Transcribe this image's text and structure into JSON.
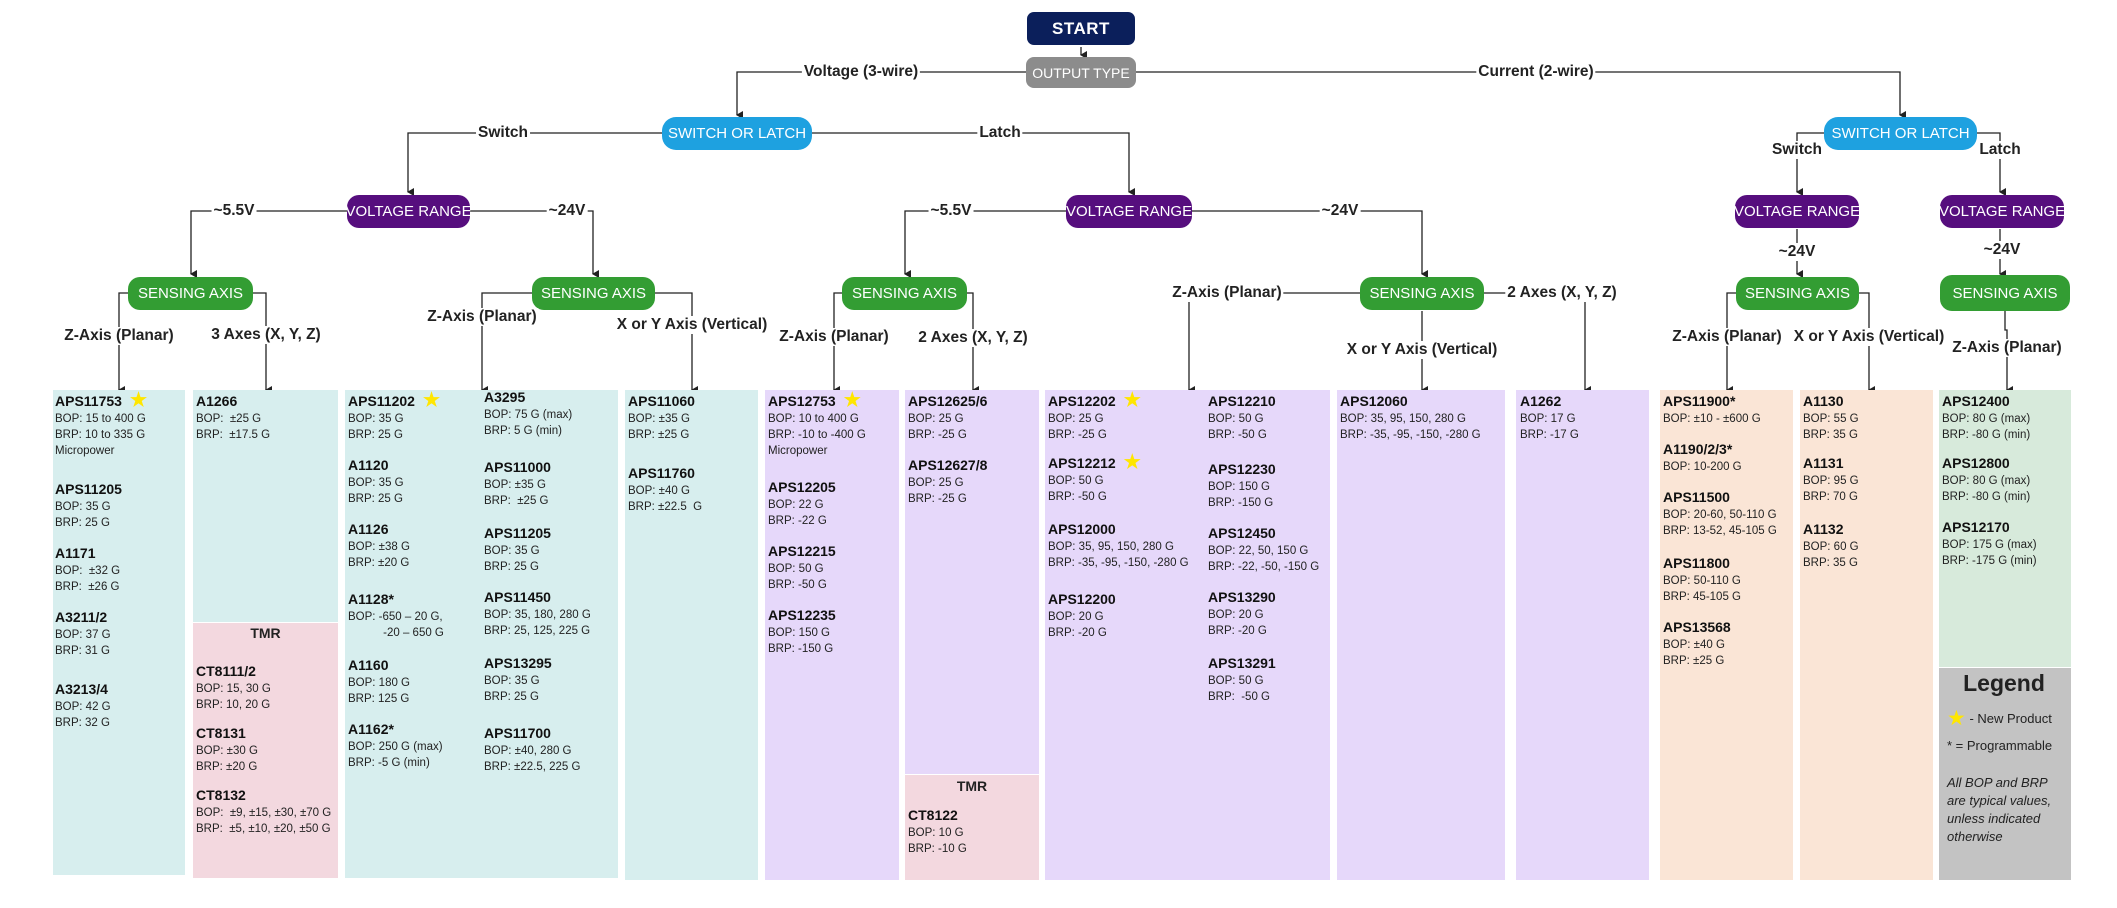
{
  "nodes": {
    "start": "START",
    "output_type": "OUTPUT TYPE",
    "switch_or_latch": "SWITCH OR LATCH",
    "voltage_range": "VOLTAGE RANGE",
    "sensing_axis": "SENSING AXIS"
  },
  "labels": {
    "voltage_3wire": "Voltage (3-wire)",
    "current_2wire": "Current (2-wire)",
    "switch": "Switch",
    "latch": "Latch",
    "v55": "~5.5V",
    "v24": "~24V",
    "z_axis_planar": "Z-Axis (Planar)",
    "three_axes": "3 Axes (X, Y, Z)",
    "two_axes": "2 Axes (X, Y, Z)",
    "xy_vertical": "X or Y Axis (Vertical)"
  },
  "tmr_label": "TMR",
  "columns": {
    "c1": [
      {
        "name": "APS11753",
        "lines": [
          "BOP: 15 to 400 G",
          "BRP: 10 to 335 G",
          "Micropower"
        ],
        "new": true
      },
      {
        "name": "APS11205",
        "lines": [
          "BOP: 35 G",
          "BRP: 25 G"
        ]
      },
      {
        "name": "A1171",
        "lines": [
          "BOP:  ±32 G",
          "BRP:  ±26 G"
        ]
      },
      {
        "name": "A3211/2",
        "lines": [
          "BOP: 37 G",
          "BRP: 31 G"
        ]
      },
      {
        "name": "A3213/4",
        "lines": [
          "BOP: 42 G",
          "BRP: 32 G"
        ]
      }
    ],
    "c2": [
      {
        "name": "A1266",
        "lines": [
          "BOP:  ±25 G",
          "BRP:  ±17.5 G"
        ]
      }
    ],
    "c2_tmr": [
      {
        "name": "CT8111/2",
        "lines": [
          "BOP: 15, 30 G",
          "BRP: 10, 20 G"
        ]
      },
      {
        "name": "CT8131",
        "lines": [
          "BOP: ±30 G",
          "BRP: ±20 G"
        ]
      },
      {
        "name": "CT8132",
        "lines": [
          "BOP:  ±9, ±15, ±30, ±70 G",
          "BRP:  ±5, ±10, ±20, ±50 G"
        ]
      }
    ],
    "c3a": [
      {
        "name": "APS11202",
        "lines": [
          "BOP: 35 G",
          "BRP: 25 G"
        ],
        "new": true
      },
      {
        "name": "A1120",
        "lines": [
          "BOP: 35 G",
          "BRP: 25 G"
        ]
      },
      {
        "name": "A1126",
        "lines": [
          "BOP: ±38 G",
          "BRP: ±20 G"
        ]
      },
      {
        "name": "A1128*",
        "lines": [
          "BOP: -650 – 20 G,",
          "           -20 – 650 G"
        ]
      },
      {
        "name": "A1160",
        "lines": [
          "BOP: 180 G",
          "BRP: 125 G"
        ]
      },
      {
        "name": "A1162*",
        "lines": [
          "BOP: 250 G (max)",
          "BRP: -5 G (min)"
        ]
      }
    ],
    "c3b": [
      {
        "name": "A3295",
        "lines": [
          "BOP: 75 G (max)",
          "BRP: 5 G (min)"
        ]
      },
      {
        "name": "APS11000",
        "lines": [
          "BOP: ±35 G",
          "BRP:  ±25 G"
        ]
      },
      {
        "name": "APS11205",
        "lines": [
          "BOP: 35 G",
          "BRP: 25 G"
        ]
      },
      {
        "name": "APS11450",
        "lines": [
          "BOP: 35, 180, 280 G",
          "BRP: 25, 125, 225 G"
        ]
      },
      {
        "name": "APS13295",
        "lines": [
          "BOP: 35 G",
          "BRP: 25 G"
        ]
      },
      {
        "name": "APS11700",
        "lines": [
          "BOP: ±40, 280 G",
          "BRP: ±22.5, 225 G"
        ]
      }
    ],
    "c4": [
      {
        "name": "APS11060",
        "lines": [
          "BOP: ±35 G",
          "BRP: ±25 G"
        ]
      },
      {
        "name": "APS11760",
        "lines": [
          "BOP: ±40 G",
          "BRP: ±22.5  G"
        ]
      }
    ],
    "c5": [
      {
        "name": "APS12753",
        "lines": [
          "BOP: 10 to 400 G",
          "BRP: -10 to -400 G",
          "Micropower"
        ],
        "new": true
      },
      {
        "name": "APS12205",
        "lines": [
          "BOP: 22 G",
          "BRP: -22 G"
        ]
      },
      {
        "name": "APS12215",
        "lines": [
          "BOP: 50 G",
          "BRP: -50 G"
        ]
      },
      {
        "name": "APS12235",
        "lines": [
          "BOP: 150 G",
          "BRP: -150 G"
        ]
      }
    ],
    "c6": [
      {
        "name": "APS12625/6",
        "lines": [
          "BOP: 25 G",
          "BRP: -25 G"
        ]
      },
      {
        "name": "APS12627/8",
        "lines": [
          "BOP: 25 G",
          "BRP: -25 G"
        ]
      }
    ],
    "c6_tmr": [
      {
        "name": "CT8122",
        "lines": [
          "BOP: 10 G",
          "BRP: -10 G"
        ]
      }
    ],
    "c7a": [
      {
        "name": "APS12202",
        "lines": [
          "BOP: 25 G",
          "BRP: -25 G"
        ],
        "new": true
      },
      {
        "name": "APS12212",
        "lines": [
          "BOP: 50 G",
          "BRP: -50 G"
        ],
        "new": true
      },
      {
        "name": "APS12000",
        "lines": [
          "BOP: 35, 95, 150, 280 G",
          "BRP: -35, -95, -150, -280 G"
        ]
      },
      {
        "name": "APS12200",
        "lines": [
          "BOP: 20 G",
          "BRP: -20 G"
        ]
      }
    ],
    "c7b": [
      {
        "name": "APS12210",
        "lines": [
          "BOP: 50 G",
          "BRP: -50 G"
        ]
      },
      {
        "name": "APS12230",
        "lines": [
          "BOP: 150 G",
          "BRP: -150 G"
        ]
      },
      {
        "name": "APS12450",
        "lines": [
          "BOP: 22, 50, 150 G",
          "BRP: -22, -50, -150 G"
        ]
      },
      {
        "name": "APS13290",
        "lines": [
          "BOP: 20 G",
          "BRP: -20 G"
        ]
      },
      {
        "name": "APS13291",
        "lines": [
          "BOP: 50 G",
          "BRP:  -50 G"
        ]
      }
    ],
    "c8": [
      {
        "name": "APS12060",
        "lines": [
          "BOP: 35, 95, 150, 280 G",
          "BRP: -35, -95, -150, -280 G"
        ]
      }
    ],
    "c9": [
      {
        "name": "A1262",
        "lines": [
          "BOP: 17 G",
          "BRP: -17 G"
        ]
      }
    ],
    "c10": [
      {
        "name": "APS11900*",
        "lines": [
          "BOP: ±10 - ±600 G"
        ]
      },
      {
        "name": "A1190/2/3*",
        "lines": [
          "BOP: 10-200 G"
        ]
      },
      {
        "name": "APS11500",
        "lines": [
          "BOP: 20-60, 50-110 G",
          "BRP: 13-52, 45-105 G"
        ]
      },
      {
        "name": "APS11800",
        "lines": [
          "BOP: 50-110 G",
          "BRP: 45-105 G"
        ]
      },
      {
        "name": "APS13568",
        "lines": [
          "BOP: ±40 G",
          "BRP: ±25 G"
        ]
      }
    ],
    "c11": [
      {
        "name": "A1130",
        "lines": [
          "BOP: 55 G",
          "BRP: 35 G"
        ]
      },
      {
        "name": "A1131",
        "lines": [
          "BOP: 95 G",
          "BRP: 70 G"
        ]
      },
      {
        "name": "A1132",
        "lines": [
          "BOP: 60 G",
          "BRP: 35 G"
        ]
      }
    ],
    "c12": [
      {
        "name": "APS12400",
        "lines": [
          "BOP: 80 G (max)",
          "BRP: -80 G (min)"
        ]
      },
      {
        "name": "APS12800",
        "lines": [
          "BOP: 80 G (max)",
          "BRP: -80 G (min)"
        ]
      },
      {
        "name": "APS12170",
        "lines": [
          "BOP: 175 G (max)",
          "BRP: -175 G (min)"
        ]
      }
    ]
  },
  "legend": {
    "title": "Legend",
    "new_product": "- New Product",
    "programmable": "* = Programmable",
    "note": "All BOP and BRP are typical values, unless indicated otherwise"
  }
}
